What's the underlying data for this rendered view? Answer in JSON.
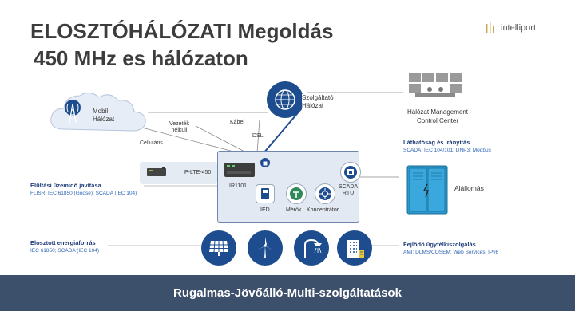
{
  "title": {
    "line1": "ELOSZTÓHÁLÓZATI Megoldás",
    "line2": "450 MHz es hálózaton"
  },
  "logo": {
    "text": "intelliport"
  },
  "cloud": {
    "label": "Mobil\nHálózat"
  },
  "provider": {
    "label": "Szolgáltató\nHálózat"
  },
  "control_center": {
    "label": "Hálózat Management\nControl Center"
  },
  "links": {
    "cellular": "Celluláris",
    "wireless": "Vezeték\nnélküli",
    "cable": "Kábel",
    "dsl": "DSL"
  },
  "modem": {
    "label": "P-LTE-450"
  },
  "router": {
    "label": "IR1101"
  },
  "devices": {
    "ied": "IED",
    "meter": "Mérők",
    "concentrator": "Koncentrátor",
    "scada": "SCADA\nRTU"
  },
  "substation": {
    "label": "Alállomás"
  },
  "left_items": {
    "fault": {
      "title": "Elültási üzemidő javítása",
      "sub": "FLISR: IEC 61850 (Goose); SCADA (IEC 104)"
    },
    "distributed": {
      "title": "Elosztott energiaforrás",
      "sub": "IEC 61850; SCADA (IEC 104)"
    }
  },
  "right_items": {
    "visibility": {
      "title": "Láthatóság és irányítás",
      "sub": "SCADA: IEC 104/101; DNP3; Modbus"
    },
    "customer": {
      "title": "Fejlődő ügyfélkiszolgálás",
      "sub": "AMI: DLMS/COSEM; Web Services; IPv6"
    }
  },
  "footer": {
    "text": "Rugalmas-Jövőálló-Multi-szolgáltatások"
  },
  "colors": {
    "accent": "#1d4d8f",
    "footer_bg": "#3d506b",
    "substation": "#2b9ad1"
  }
}
